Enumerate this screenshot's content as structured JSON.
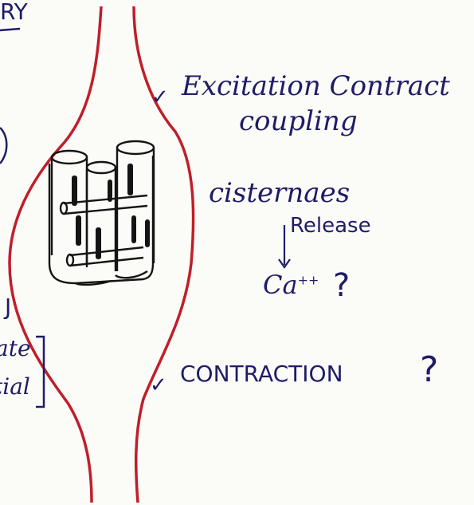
{
  "colors": {
    "ink": "#1e1c66",
    "membrane": "#c01e2a",
    "paper": "#fbfbf8",
    "sketch": "#141414"
  },
  "icons": [
    "checkmark-icon",
    "arrow-down-icon",
    "question-mark-icon"
  ],
  "fragments": {
    "top_left": "RY",
    "left_j": "J",
    "left_1": "ate",
    "left_2": "tial"
  },
  "labels": {
    "check_mark": "✓",
    "excitation_line1": "Excitation Contract",
    "excitation_line2": "coupling",
    "cisternae": "cisternaes",
    "release": "Release",
    "calcium": "Ca",
    "calcium_charge": "++",
    "question": "?",
    "contraction": "CONTRACTION"
  }
}
